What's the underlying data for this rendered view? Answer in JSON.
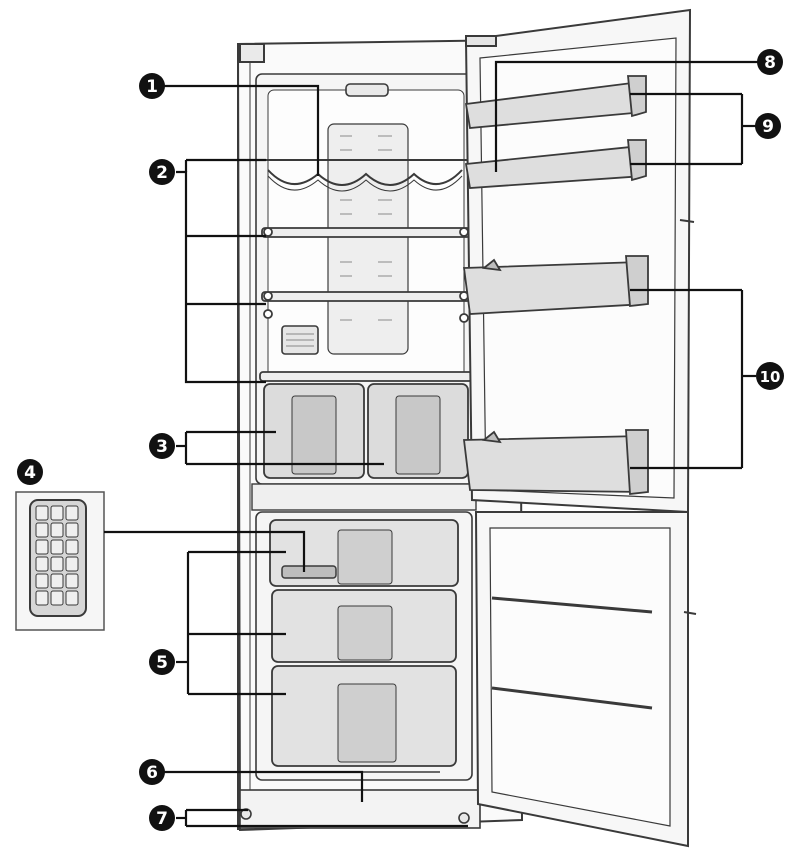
{
  "diagram": {
    "callouts": [
      {
        "id": "1",
        "label": "1"
      },
      {
        "id": "2",
        "label": "2"
      },
      {
        "id": "3",
        "label": "3"
      },
      {
        "id": "4",
        "label": "4"
      },
      {
        "id": "5",
        "label": "5"
      },
      {
        "id": "6",
        "label": "6"
      },
      {
        "id": "7",
        "label": "7"
      },
      {
        "id": "8",
        "label": "8"
      },
      {
        "id": "9",
        "label": "9"
      },
      {
        "id": "10",
        "label": "10"
      }
    ],
    "colors": {
      "outline": "#3a3a3a",
      "callout_fill": "#111111",
      "callout_text": "#ffffff",
      "panel_fill": "#f2f2f2",
      "shade": "#d9d9d9"
    }
  }
}
